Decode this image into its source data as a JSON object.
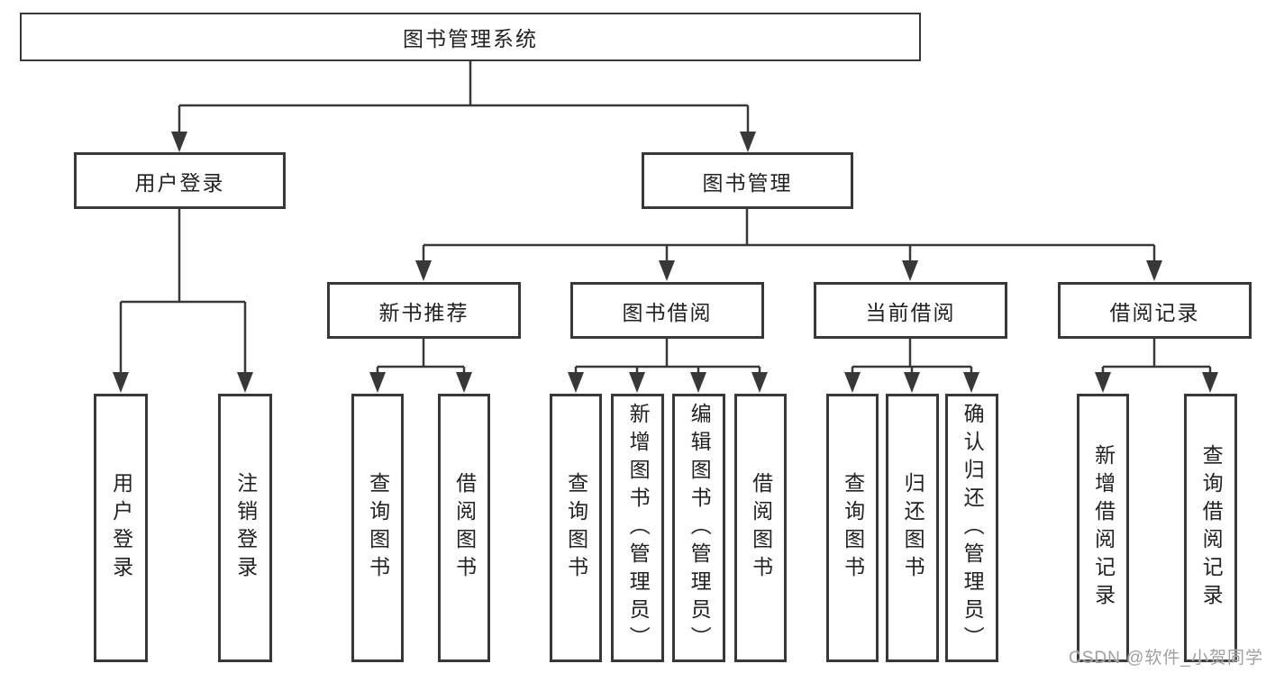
{
  "colors": {
    "line": "#383838",
    "text": "#222222",
    "watermark": "#a0a0a0",
    "background": "#ffffff"
  },
  "diagram_type": "hierarchy-tree",
  "root": {
    "label": "图书管理系统"
  },
  "level2": [
    {
      "label": "用户登录"
    },
    {
      "label": "图书管理"
    }
  ],
  "level3": [
    {
      "label": "新书推荐",
      "parent": "图书管理"
    },
    {
      "label": "图书借阅",
      "parent": "图书管理"
    },
    {
      "label": "当前借阅",
      "parent": "图书管理"
    },
    {
      "label": "借阅记录",
      "parent": "图书管理"
    }
  ],
  "leaves": [
    {
      "label": "用户登录",
      "parent": "用户登录"
    },
    {
      "label": "注销登录",
      "parent": "用户登录"
    },
    {
      "label": "查询图书",
      "parent": "新书推荐"
    },
    {
      "label": "借阅图书",
      "parent": "新书推荐"
    },
    {
      "label": "查询图书",
      "parent": "图书借阅"
    },
    {
      "label": "新增图书（管理员）",
      "parent": "图书借阅"
    },
    {
      "label": "编辑图书（管理员）",
      "parent": "图书借阅"
    },
    {
      "label": "借阅图书",
      "parent": "图书借阅"
    },
    {
      "label": "查询图书",
      "parent": "当前借阅"
    },
    {
      "label": "归还图书",
      "parent": "当前借阅"
    },
    {
      "label": "确认归还（管理员）",
      "parent": "当前借阅"
    },
    {
      "label": "新增借阅记录",
      "parent": "借阅记录"
    },
    {
      "label": "查询借阅记录",
      "parent": "借阅记录"
    }
  ],
  "watermark": {
    "text": "CSDN @软件_小贺同学"
  }
}
